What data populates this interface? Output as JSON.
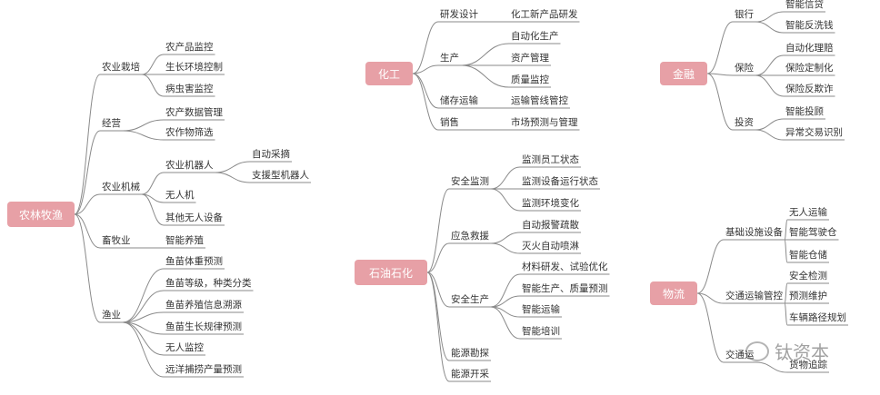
{
  "maps": [
    {
      "root": "农林牧渔",
      "branches": [
        {
          "label": "农业栽培",
          "children": [
            {
              "label": "农产品监控"
            },
            {
              "label": "生长环境控制"
            },
            {
              "label": "病虫害监控"
            }
          ]
        },
        {
          "label": "经营",
          "children": [
            {
              "label": "农产数据管理"
            },
            {
              "label": "农作物筛选"
            }
          ]
        },
        {
          "label": "农业机械",
          "children": [
            {
              "label": "农业机器人",
              "children": [
                {
                  "label": "自动采摘"
                },
                {
                  "label": "支援型机器人"
                }
              ]
            },
            {
              "label": "无人机"
            },
            {
              "label": "其他无人设备"
            }
          ]
        },
        {
          "label": "畜牧业",
          "children": [
            {
              "label": "智能养殖"
            }
          ]
        },
        {
          "label": "渔业",
          "children": [
            {
              "label": "鱼苗体重预测"
            },
            {
              "label": "鱼苗等级，种类分类"
            },
            {
              "label": "鱼苗养殖信息溯源"
            },
            {
              "label": "鱼苗生长规律预测"
            },
            {
              "label": "无人监控"
            },
            {
              "label": "远洋捕捞产量预测"
            }
          ]
        }
      ]
    },
    {
      "root": "化工",
      "branches": [
        {
          "label": "研发设计",
          "children": [
            {
              "label": "化工新产品研发"
            }
          ]
        },
        {
          "label": "生产",
          "children": [
            {
              "label": "自动化生产"
            },
            {
              "label": "资产管理"
            },
            {
              "label": "质量监控"
            }
          ]
        },
        {
          "label": "储存运输",
          "children": [
            {
              "label": "运输管线管控"
            }
          ]
        },
        {
          "label": "销售",
          "children": [
            {
              "label": "市场预测与管理"
            }
          ]
        }
      ]
    },
    {
      "root": "石油石化",
      "branches": [
        {
          "label": "安全监测",
          "children": [
            {
              "label": "监测员工状态"
            },
            {
              "label": "监测设备运行状态"
            },
            {
              "label": "监测环境变化"
            }
          ]
        },
        {
          "label": "应急救援",
          "children": [
            {
              "label": "自动报警疏散"
            },
            {
              "label": "灭火自动喷淋"
            }
          ]
        },
        {
          "label": "安全生产",
          "children": [
            {
              "label": "材料研发、试验优化"
            },
            {
              "label": "智能生产、质量预测"
            },
            {
              "label": "智能运输"
            },
            {
              "label": "智能培训"
            }
          ]
        },
        {
          "label": "能源勘探",
          "children": []
        },
        {
          "label": "能源开采",
          "children": []
        }
      ]
    },
    {
      "root": "金融",
      "branches": [
        {
          "label": "银行",
          "children": [
            {
              "label": "智能信贷"
            },
            {
              "label": "智能反洗钱"
            }
          ]
        },
        {
          "label": "保险",
          "children": [
            {
              "label": "自动化理赔"
            },
            {
              "label": "保险定制化"
            },
            {
              "label": "保险反欺诈"
            }
          ]
        },
        {
          "label": "投资",
          "children": [
            {
              "label": "智能投顾"
            },
            {
              "label": "异常交易识别"
            }
          ]
        }
      ]
    },
    {
      "root": "物流",
      "branches": [
        {
          "label": "基础设施设备",
          "children": [
            {
              "label": "无人运输"
            },
            {
              "label": "智能驾驶仓"
            },
            {
              "label": "智能仓储"
            }
          ]
        },
        {
          "label": "交通运输管控",
          "children": [
            {
              "label": "安全检测"
            },
            {
              "label": "预测维护"
            },
            {
              "label": "车辆路径规划"
            }
          ]
        },
        {
          "label": "交通运",
          "children": [
            {
              "label": "货物追踪"
            }
          ]
        }
      ]
    }
  ],
  "watermark": "钛资本",
  "colors": {
    "root_fill": "#e7a0a6",
    "line": "#8a8a8a"
  }
}
